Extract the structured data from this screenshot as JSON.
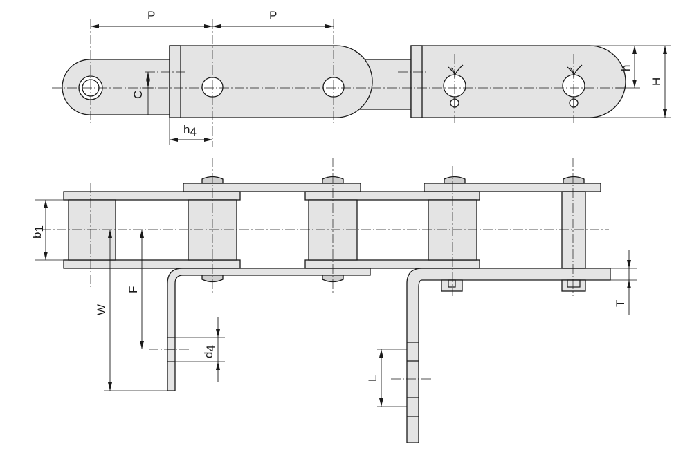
{
  "diagram": {
    "dimension_labels": {
      "pitch_left": "P",
      "pitch_right": "P",
      "c": "C",
      "h4": {
        "main": "h",
        "sub": "4"
      },
      "h": "h",
      "H": "H",
      "b1": {
        "main": "b",
        "sub": "1"
      },
      "F": "F",
      "W": "W",
      "d4": {
        "main": "d",
        "sub": "4"
      },
      "L": "L",
      "T": "T"
    },
    "colors": {
      "part_fill": "#e4e4e4",
      "roller_fill": "#e4e4e4",
      "line": "#1a1a1a",
      "background": "#ffffff"
    }
  }
}
